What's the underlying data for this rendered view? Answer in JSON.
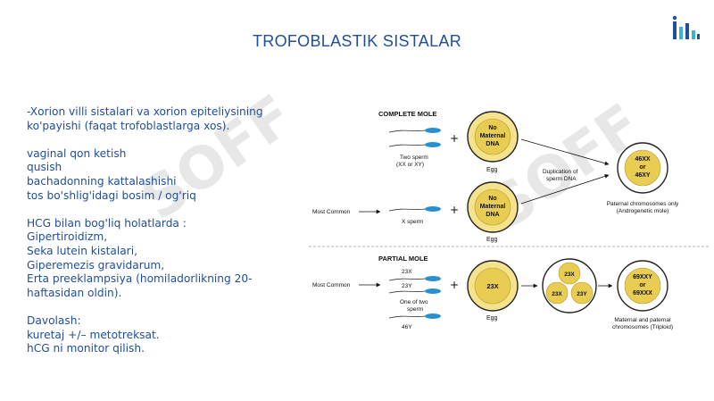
{
  "slide": {
    "title": "TROFOBLASTIK SISTALAR",
    "watermark": "SOFF",
    "text_lines": [
      "-Xorion villi sistalari va xorion epiteliysining",
      "ko'payishi (faqat trofoblastlarga xos).",
      "",
      "vaginal qon ketish",
      "qusish",
      "bachadonning kattalashishi",
      "tos bo'shlig'idagi bosim / og'riq",
      "",
      "HCG bilan bog'liq holatlarda :",
      "Gipertiroidizm,",
      "Seka lutein kistalari,",
      "Giperemezis gravidarum,",
      "Erta preeklampsiya (homiladorlikning 20-",
      "haftasidan oldin).",
      "",
      "Davolash:",
      "kuretaj +/– metotreksat.",
      "hCG ni monitor qilish."
    ]
  },
  "diagram": {
    "complete_mole": {
      "heading": "COMPLETE MOLE",
      "two_sperm_label": [
        "Two sperm",
        "(XX or XY)"
      ],
      "egg_text": [
        "No",
        "Maternal",
        "DNA"
      ],
      "egg_label": "Egg",
      "duplication_label": [
        "Duplication of",
        "sperm DNA"
      ],
      "result_text": [
        "46XX",
        "or",
        "46XY"
      ],
      "result_caption": [
        "Paternal chromosomes only",
        "(Androgenetic mole)"
      ],
      "most_common": "Most Common",
      "x_sperm_label": "X sperm",
      "egg2_text": [
        "No",
        "Maternal",
        "DNA"
      ],
      "egg2_label": "Egg"
    },
    "partial_mole": {
      "heading": "PARTIAL MOLE",
      "most_common": "Most Common",
      "sperm_23x": "23X",
      "sperm_23y": "23Y",
      "one_of_two": [
        "One of two",
        "sperm"
      ],
      "sperm_46y": "46Y",
      "egg_text": "23X",
      "egg_label": "Egg",
      "cells": [
        "23X",
        "23X",
        "23Y"
      ],
      "result_text": [
        "69XXY",
        "or",
        "69XXX"
      ],
      "result_caption": [
        "Maternal and paternal",
        "chromosomes (Triploid)"
      ]
    },
    "plus": "+"
  },
  "colors": {
    "title": "#1f4e9c",
    "sperm": "#2a8fd0",
    "egg_fill": "#f1dc73",
    "egg_core": "#e0c34a"
  }
}
